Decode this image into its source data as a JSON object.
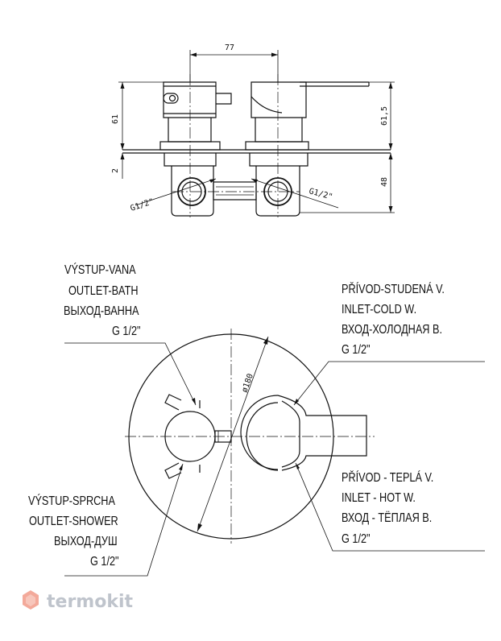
{
  "dimensions": {
    "width_top": "77",
    "height_left": "61",
    "height_right": "61,5",
    "gap_left": "2",
    "depth_right": "48",
    "thread_left": "G1/2\"",
    "thread_right": "G1/2\"",
    "diameter": "ø180"
  },
  "labels": {
    "outlet_bath": [
      "VÝSTUP-VANA",
      "OUTLET-BATH",
      "ВЫХОД-ВАННА",
      "G 1/2\""
    ],
    "outlet_shower": [
      "VÝSTUP-SPRCHA",
      "OUTLET-SHOWER",
      "ВЫХОД-ДУШ",
      "G 1/2\""
    ],
    "inlet_cold": [
      "PŘÍVOD-STUDENÁ V.",
      "INLET-COLD W.",
      "ВХОД-ХОЛОДНАЯ В.",
      "G 1/2\""
    ],
    "inlet_hot": [
      "PŘÍVOD - TEPLÁ V.",
      "INLET - HOT W.",
      "ВХОД - ТЁПЛАЯ В.",
      "G 1/2\""
    ]
  },
  "watermark": {
    "text": "termokit",
    "color": "#bfc4cc",
    "icon": "hexagon-logo-icon"
  }
}
